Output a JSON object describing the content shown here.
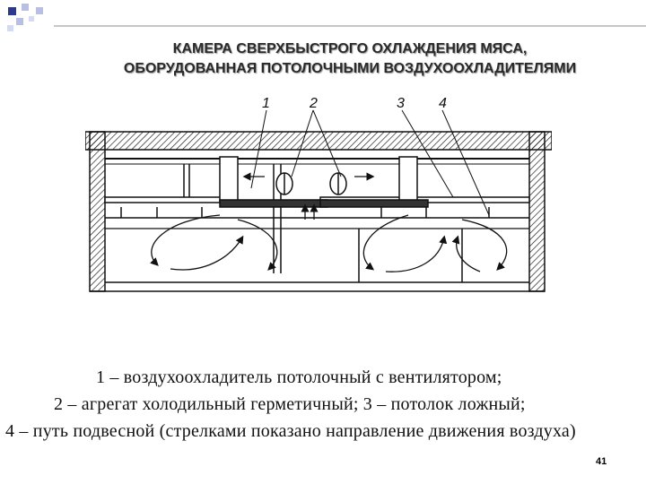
{
  "slide": {
    "title_line1": "КАМЕРА СВЕРХБЫСТРОГО ОХЛАЖДЕНИЯ МЯСА,",
    "title_line2": "ОБОРУДОВАННАЯ ПОТОЛОЧНЫМИ ВОЗДУХООХЛАДИТЕЛЯМИ",
    "page_number": "41"
  },
  "diagram": {
    "callouts": [
      "1",
      "2",
      "3",
      "4"
    ]
  },
  "caption": {
    "line1": "1 – воздухоохладитель потолочный с вентилятором;",
    "line2": "2 – агрегат холодильный герметичный; 3 – потолок ложный;",
    "line3": "4 – путь подвесной (стрелками показано направление движения воздуха)"
  },
  "colors": {
    "square_dark": "#2b3a8c",
    "square_light": "#b8bfe0",
    "ink": "#1a1a1a"
  }
}
